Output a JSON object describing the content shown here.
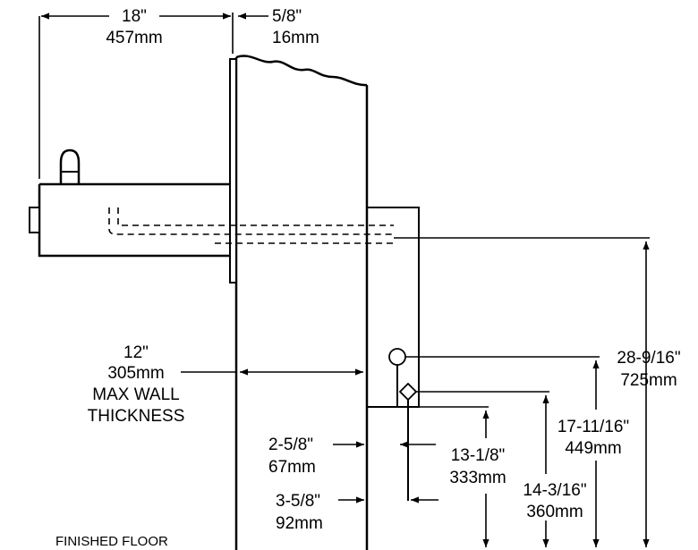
{
  "dimensions": {
    "unit_depth": {
      "in": "18\"",
      "mm": "457mm"
    },
    "backplate": {
      "in": "5/8\"",
      "mm": "16mm"
    },
    "max_wall": {
      "in": "12\"",
      "mm": "305mm",
      "line1": "MAX WALL",
      "line2": "THICKNESS"
    },
    "drain_offset": {
      "in": "2-5/8\"",
      "mm": "67mm"
    },
    "supply_offset": {
      "in": "3-5/8\"",
      "mm": "92mm"
    },
    "overall_height": {
      "in": "28-9/16\"",
      "mm": "725mm"
    },
    "drain_height": {
      "in": "17-11/16\"",
      "mm": "449mm"
    },
    "supply_height": {
      "in": "14-3/16\"",
      "mm": "360mm"
    },
    "stop_height": {
      "in": "13-1/8\"",
      "mm": "333mm"
    }
  },
  "labels": {
    "finished_floor": "FINISHED FLOOR"
  }
}
